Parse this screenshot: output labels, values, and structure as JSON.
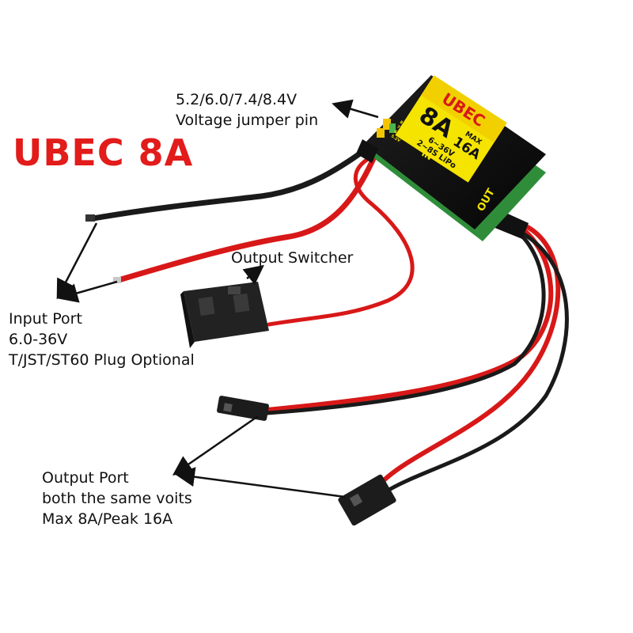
{
  "title": "UBEC 8A",
  "annotations": {
    "voltage": {
      "line1": "5.2/6.0/7.4/8.4V",
      "line2": "Voltage jumper pin"
    },
    "switcher": {
      "label": "Output Switcher"
    },
    "input": {
      "line1": "Input Port",
      "line2": "6.0-36V",
      "line3": "T/JST/ST60 Plug Optional"
    },
    "output": {
      "line1": "Output Port",
      "line2": "both the same voits",
      "line3": "Max 8A/Peak 16A"
    }
  },
  "board": {
    "brand": "UBEC",
    "current": "8A",
    "max_label": "MAX",
    "peak": "16A",
    "in_range": "6~36V",
    "cells": "2~8S LiPo",
    "in_label": "IN",
    "out_label": "OUT",
    "jumper_labels": [
      "8.4V",
      "7.4V",
      "6.0V",
      "5.2V"
    ]
  },
  "colors": {
    "title": "#e21b1b",
    "wire_red": "#d81818",
    "wire_black": "#1a1a1a",
    "label_yellow": "#f5e400",
    "pcb_green": "#2f8d3a"
  }
}
